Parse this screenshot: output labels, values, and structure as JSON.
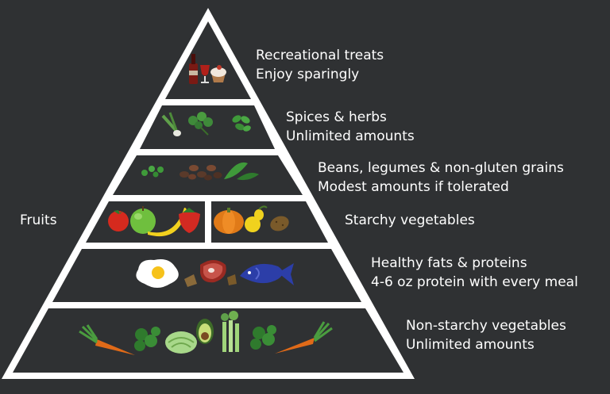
{
  "pyramid": {
    "tiers": [
      {
        "name": "Recreational treats",
        "note": "Enjoy sparingly"
      },
      {
        "name": "Spices & herbs",
        "note": "Unlimited amounts"
      },
      {
        "name": "Beans, legumes & non-gluten grains",
        "note": "Modest amounts if tolerated"
      },
      {
        "name": "Starchy vegetables",
        "side_name": "Fruits"
      },
      {
        "name": "Healthy fats & proteins",
        "note": "4-6 oz protein with every meal"
      },
      {
        "name": "Non-starchy vegetables",
        "note": "Unlimited amounts"
      }
    ],
    "icons": {
      "treats": [
        "wine-bottle-icon",
        "wine-glass-icon",
        "cupcake-icon"
      ],
      "spices": [
        "leek-icon",
        "herb-bunch-icon",
        "basil-leaf-icon"
      ],
      "beans": [
        "peas-icon",
        "beans-icon",
        "green-pea-pod-icon"
      ],
      "fruits": [
        "tomato-icon",
        "apple-icon",
        "banana-icon",
        "strawberry-icon"
      ],
      "starchy": [
        "pumpkin-icon",
        "squash-icon",
        "potato-icon"
      ],
      "proteins": [
        "egg-icon",
        "nut-icon",
        "steak-icon",
        "fish-icon"
      ],
      "vegetables": [
        "carrot-icon",
        "kale-icon",
        "cabbage-icon",
        "avocado-icon",
        "celery-icon",
        "kale-icon",
        "carrot-icon"
      ]
    },
    "colors": {
      "background": "#2f3133",
      "outline": "#ffffff",
      "tier_fill": "#2f3133"
    }
  }
}
